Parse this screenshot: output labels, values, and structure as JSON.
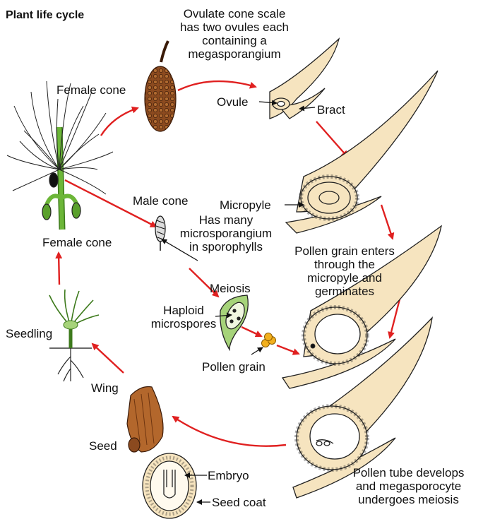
{
  "title": "Plant life cycle",
  "labels": {
    "ovulate_scale": [
      "Ovulate cone scale",
      "has two ovules each",
      "containing a",
      "megasporangium"
    ],
    "female_cone_top": "Female cone",
    "ovule": "Ovule",
    "bract": "Bract",
    "micropyle": "Micropyle",
    "male_cone": "Male cone",
    "has_many": [
      "Has many",
      "microsporangium",
      "in sporophylls"
    ],
    "female_cone_left": "Female cone",
    "pollen_enters": [
      "Pollen grain enters",
      "through the",
      "micropyle and",
      "germinates"
    ],
    "meiosis": "Meiosis",
    "haploid": [
      "Haploid",
      "microspores"
    ],
    "seedling": "Seedling",
    "pollen_grain": "Pollen grain",
    "wing": "Wing",
    "seed": "Seed",
    "embryo": "Embryo",
    "seed_coat": "Seed coat",
    "pollen_tube": [
      "Pollen tube develops",
      "and megasporocyte",
      "undergoes meiosis"
    ]
  },
  "colors": {
    "arrow": "#e02020",
    "cone_brown": "#8b4a1f",
    "ovule_fill": "#f6e4bf",
    "plant_green": "#5aa02c",
    "seed_brown": "#a45a24",
    "pollen": "#f2b01e"
  }
}
